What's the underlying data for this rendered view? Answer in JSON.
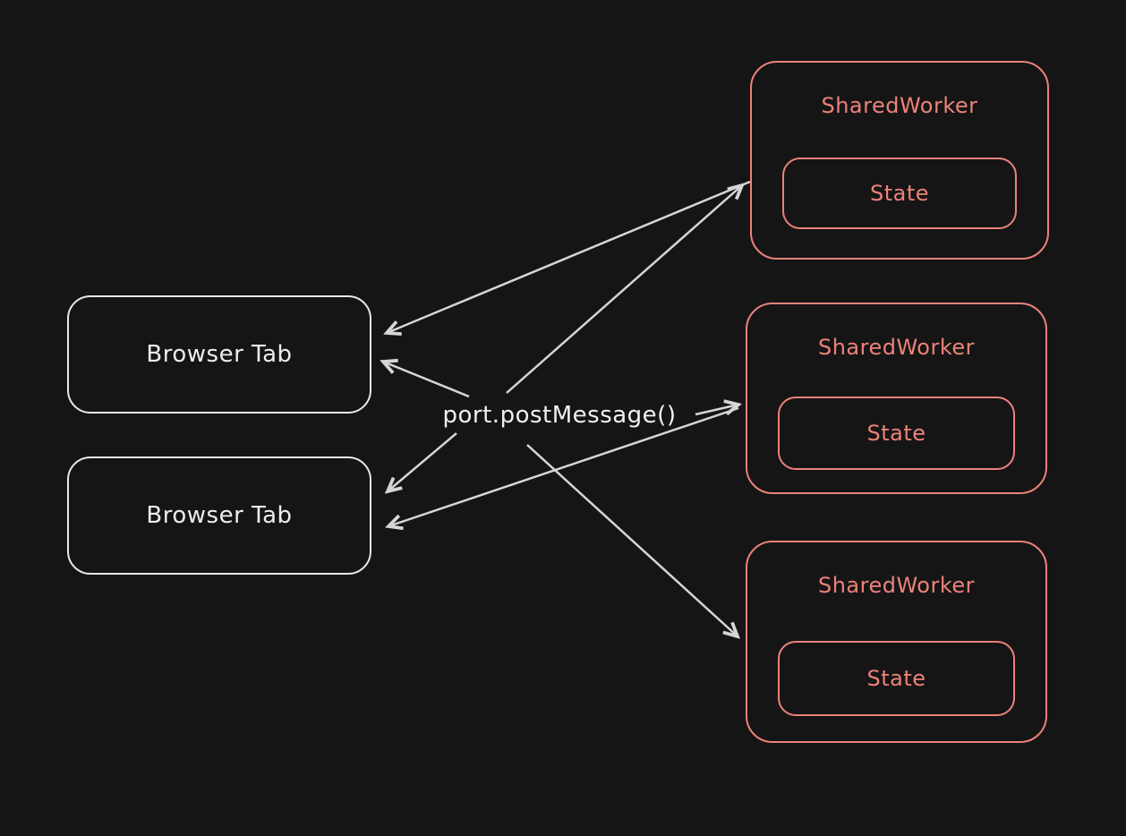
{
  "canvas": {
    "background": "#151515"
  },
  "center_label": "port.postMessage()",
  "browser_tabs": [
    {
      "label": "Browser Tab"
    },
    {
      "label": "Browser Tab"
    }
  ],
  "workers": [
    {
      "title": "SharedWorker",
      "state": "State"
    },
    {
      "title": "SharedWorker",
      "state": "State"
    },
    {
      "title": "SharedWorker",
      "state": "State"
    }
  ],
  "edges": [
    {
      "from": "shared-worker-1",
      "to": "browser-tab-1"
    },
    {
      "from": "port-postmessage-label",
      "to": "shared-worker-1"
    },
    {
      "from": "port-postmessage-label",
      "to": "shared-worker-2"
    },
    {
      "from": "port-postmessage-label",
      "to": "browser-tab-1"
    },
    {
      "from": "shared-worker-2",
      "to": "browser-tab-2"
    },
    {
      "from": "port-postmessage-label",
      "to": "browser-tab-2"
    },
    {
      "from": "port-postmessage-label",
      "to": "shared-worker-3"
    }
  ],
  "colors": {
    "background": "#151515",
    "tab_stroke": "#e8e8e8",
    "worker_stroke": "#ec8279",
    "arrow": "#d6d6d6",
    "text_light": "#f0f0f0"
  }
}
